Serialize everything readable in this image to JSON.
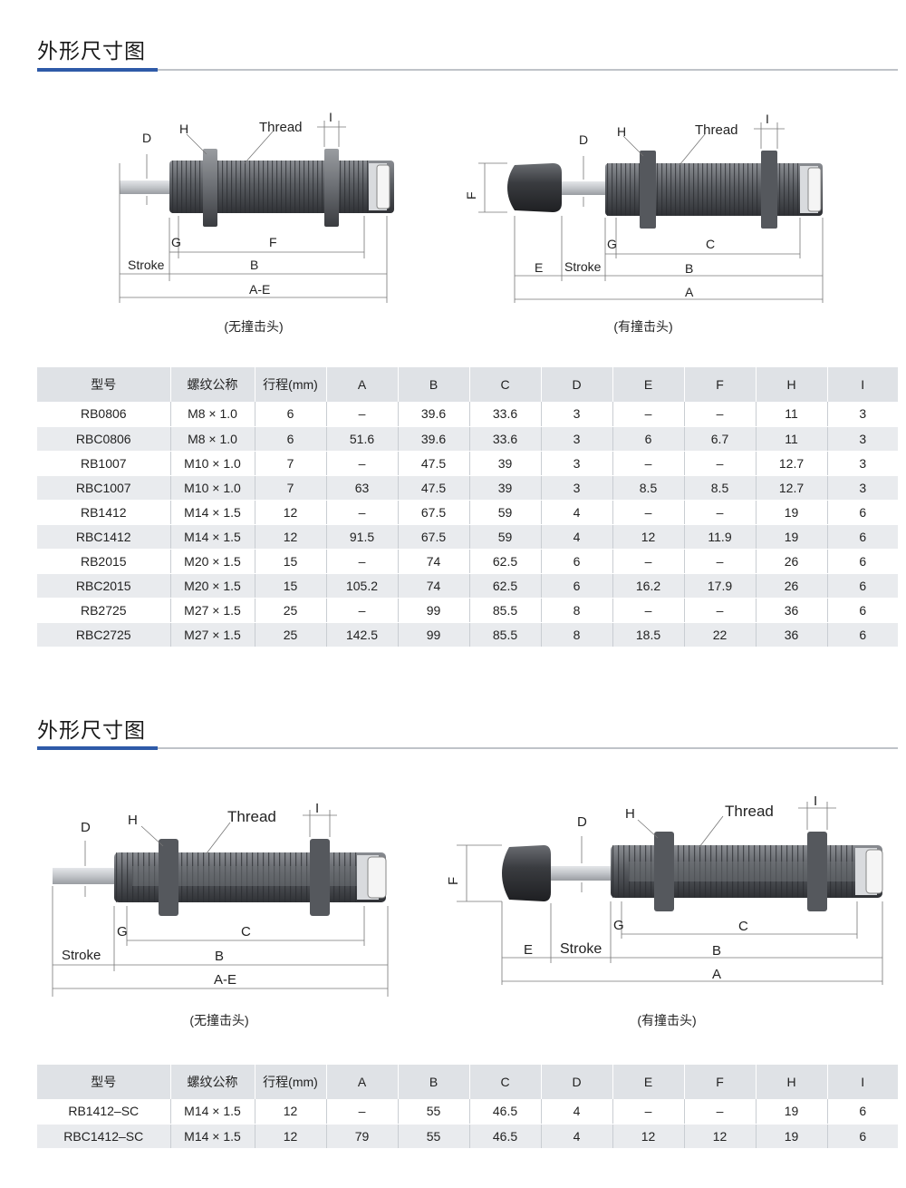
{
  "sections": [
    {
      "title": "外形尺寸图",
      "diagram_left": {
        "labels": {
          "d": "D",
          "h": "H",
          "thread": "Thread",
          "i": "I",
          "g": "G",
          "c": "F",
          "stroke": "Stroke",
          "b": "B",
          "total": "A-E"
        },
        "caption": "(无撞击头)"
      },
      "diagram_right": {
        "labels": {
          "d": "D",
          "h": "H",
          "thread": "Thread",
          "i": "I",
          "f": "F",
          "g": "G",
          "c": "C",
          "e": "E",
          "stroke": "Stroke",
          "b": "B",
          "total": "A"
        },
        "caption": "(有撞击头)"
      },
      "table": {
        "headers": [
          "型号",
          "螺纹公称",
          "行程(mm)",
          "A",
          "B",
          "C",
          "D",
          "E",
          "F",
          "H",
          "I"
        ],
        "rows": [
          [
            "RB0806",
            "M8 × 1.0",
            "6",
            "–",
            "39.6",
            "33.6",
            "3",
            "–",
            "–",
            "11",
            "3"
          ],
          [
            "RBC0806",
            "M8 × 1.0",
            "6",
            "51.6",
            "39.6",
            "33.6",
            "3",
            "6",
            "6.7",
            "11",
            "3"
          ],
          [
            "RB1007",
            "M10 × 1.0",
            "7",
            "–",
            "47.5",
            "39",
            "3",
            "–",
            "–",
            "12.7",
            "3"
          ],
          [
            "RBC1007",
            "M10 × 1.0",
            "7",
            "63",
            "47.5",
            "39",
            "3",
            "8.5",
            "8.5",
            "12.7",
            "3"
          ],
          [
            "RB1412",
            "M14 × 1.5",
            "12",
            "–",
            "67.5",
            "59",
            "4",
            "–",
            "–",
            "19",
            "6"
          ],
          [
            "RBC1412",
            "M14 × 1.5",
            "12",
            "91.5",
            "67.5",
            "59",
            "4",
            "12",
            "11.9",
            "19",
            "6"
          ],
          [
            "RB2015",
            "M20 × 1.5",
            "15",
            "–",
            "74",
            "62.5",
            "6",
            "–",
            "–",
            "26",
            "6"
          ],
          [
            "RBC2015",
            "M20 × 1.5",
            "15",
            "105.2",
            "74",
            "62.5",
            "6",
            "16.2",
            "17.9",
            "26",
            "6"
          ],
          [
            "RB2725",
            "M27 × 1.5",
            "25",
            "–",
            "99",
            "85.5",
            "8",
            "–",
            "–",
            "36",
            "6"
          ],
          [
            "RBC2725",
            "M27 × 1.5",
            "25",
            "142.5",
            "99",
            "85.5",
            "8",
            "18.5",
            "22",
            "36",
            "6"
          ]
        ]
      }
    },
    {
      "title": "外形尺寸图",
      "diagram_left": {
        "labels": {
          "d": "D",
          "h": "H",
          "thread": "Thread",
          "i": "I",
          "g": "G",
          "c": "C",
          "stroke": "Stroke",
          "b": "B",
          "total": "A-E"
        },
        "caption": "(无撞击头)"
      },
      "diagram_right": {
        "labels": {
          "d": "D",
          "h": "H",
          "thread": "Thread",
          "i": "I",
          "f": "F",
          "g": "G",
          "c": "C",
          "e": "E",
          "stroke": "Stroke",
          "b": "B",
          "total": "A"
        },
        "caption": "(有撞击头)"
      },
      "table": {
        "headers": [
          "型号",
          "螺纹公称",
          "行程(mm)",
          "A",
          "B",
          "C",
          "D",
          "E",
          "F",
          "H",
          "I"
        ],
        "rows": [
          [
            "RB1412–SC",
            "M14 × 1.5",
            "12",
            "–",
            "55",
            "46.5",
            "4",
            "–",
            "–",
            "19",
            "6"
          ],
          [
            "RBC1412–SC",
            "M14 × 1.5",
            "12",
            "79",
            "55",
            "46.5",
            "4",
            "12",
            "12",
            "19",
            "6"
          ]
        ]
      }
    }
  ],
  "colors": {
    "accent": "#2e5aa8",
    "rule": "#bfc3c8",
    "header_bg": "#dfe2e6",
    "row_alt": "#e9ebee"
  }
}
